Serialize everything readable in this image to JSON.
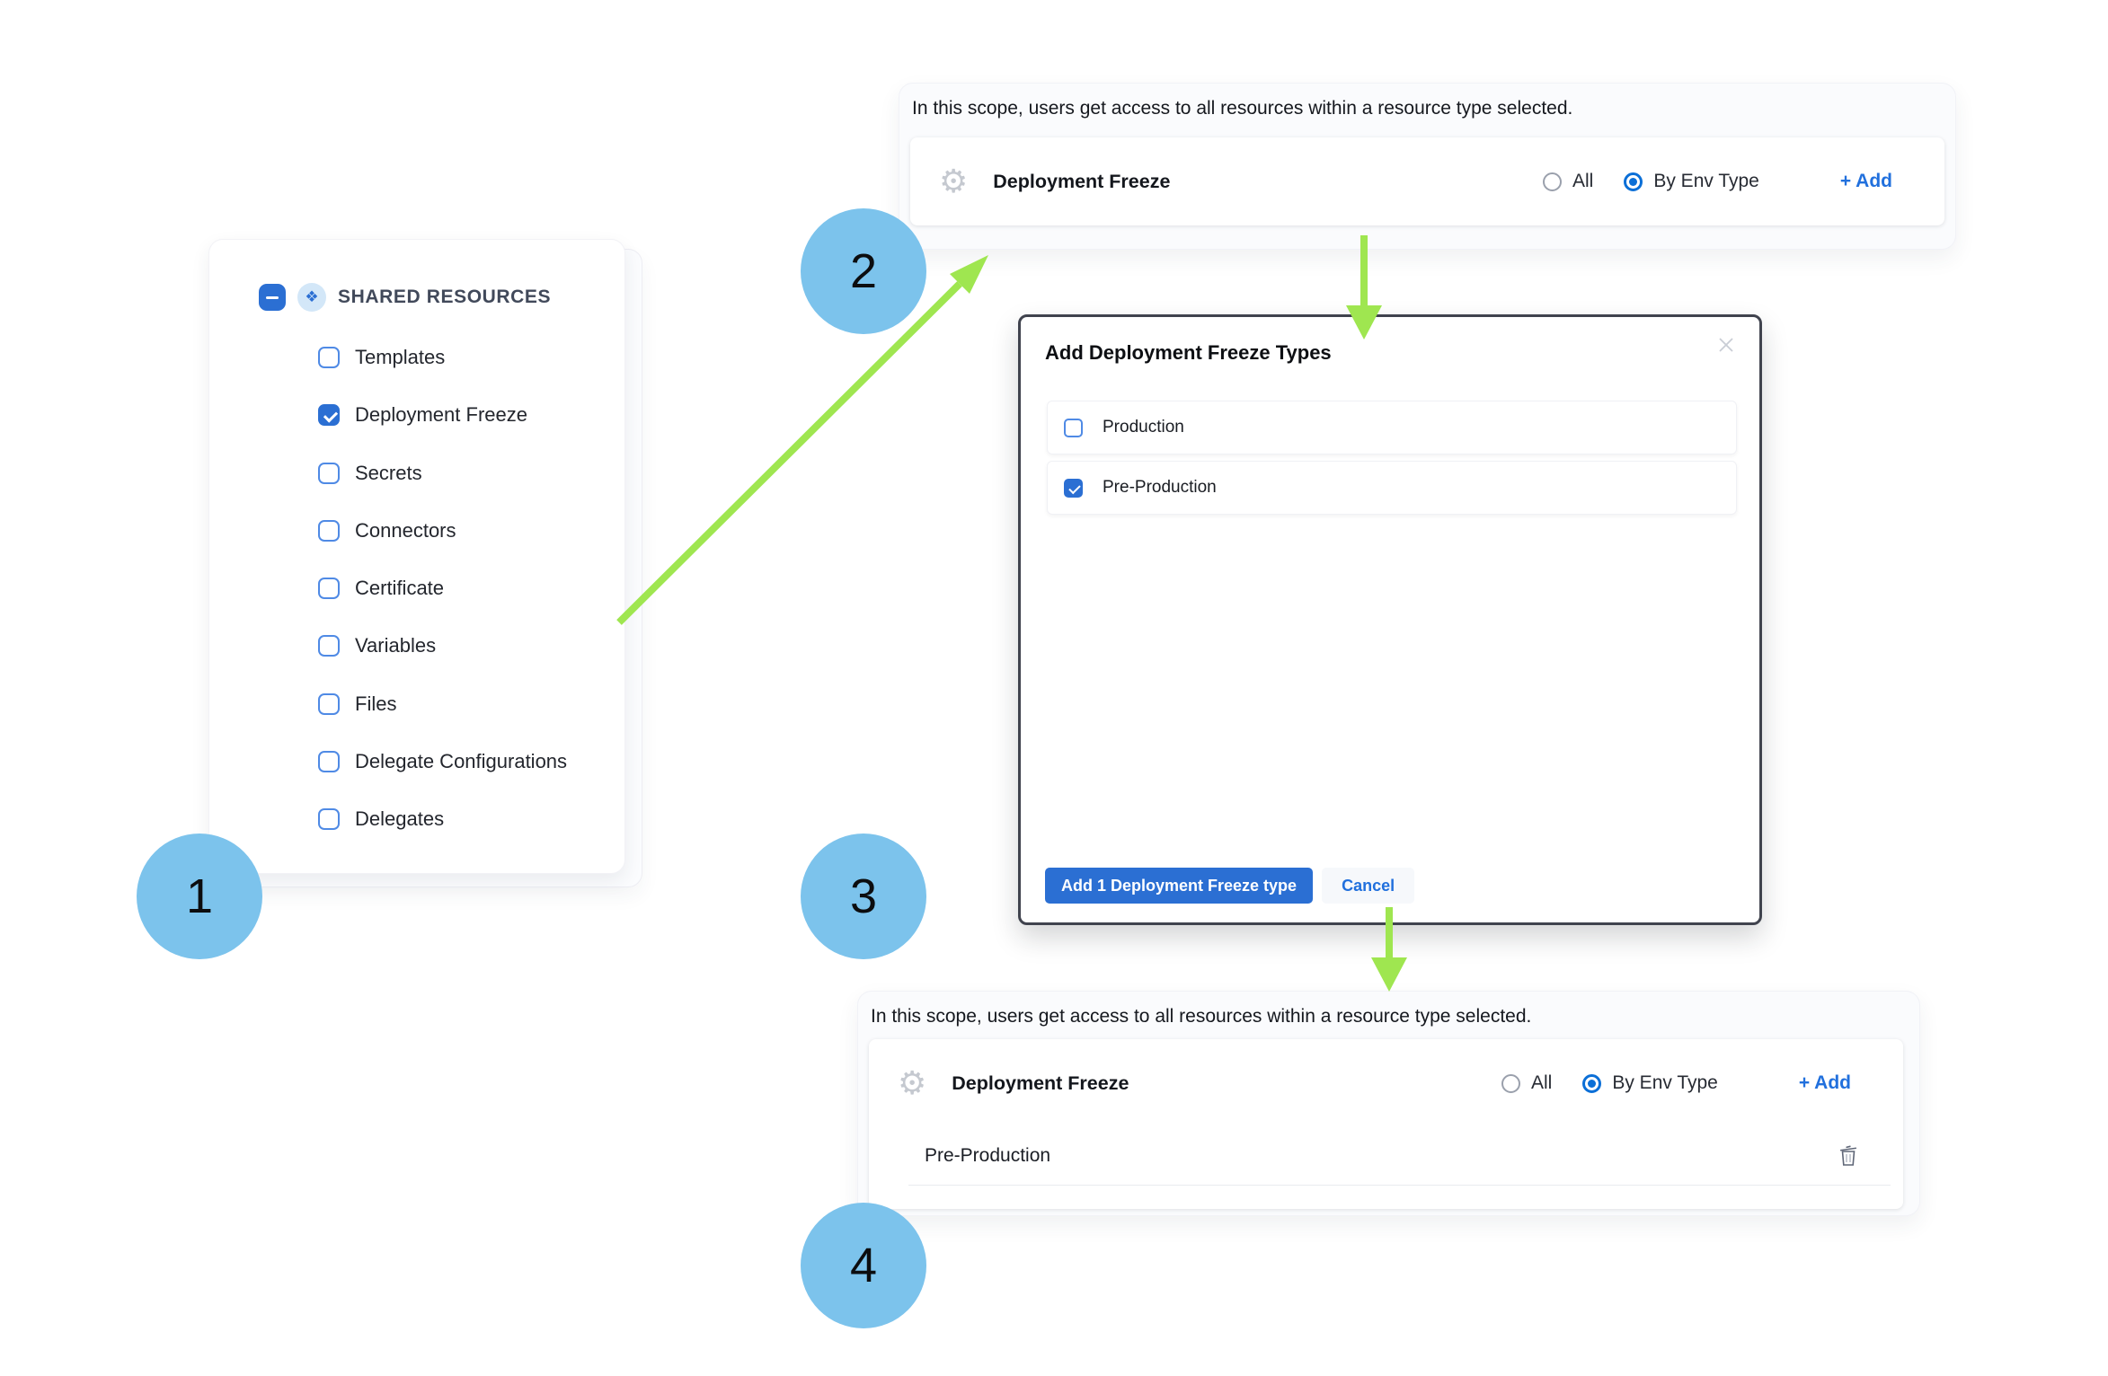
{
  "colors": {
    "accent_blue": "#2b6fd3",
    "link_blue": "#2170dd",
    "radio_blue": "#0b6fd7",
    "arrow_green": "#9fe650",
    "callout_blue": "#7cc3ec",
    "modal_border": "#40434e"
  },
  "icons": {
    "gear_glyph": "⚙",
    "shared_resources_glyph": "❖"
  },
  "callouts": {
    "one": "1",
    "two": "2",
    "three": "3",
    "four": "4"
  },
  "resource_tree": {
    "title": "SHARED RESOURCES",
    "items": [
      {
        "label": "Templates",
        "checked": false
      },
      {
        "label": "Deployment Freeze",
        "checked": true
      },
      {
        "label": "Secrets",
        "checked": false
      },
      {
        "label": "Connectors",
        "checked": false
      },
      {
        "label": "Certificate",
        "checked": false
      },
      {
        "label": "Variables",
        "checked": false
      },
      {
        "label": "Files",
        "checked": false
      },
      {
        "label": "Delegate Configurations",
        "checked": false
      },
      {
        "label": "Delegates",
        "checked": false
      }
    ]
  },
  "scope_panel_top": {
    "note": "In this scope, users get access to all resources within a resource type selected.",
    "resource_name": "Deployment Freeze",
    "options": [
      {
        "label": "All",
        "selected": false
      },
      {
        "label": "By Env Type",
        "selected": true
      }
    ],
    "add_label": "+ Add"
  },
  "modal": {
    "title": "Add Deployment Freeze Types",
    "items": [
      {
        "label": "Production",
        "checked": false
      },
      {
        "label": "Pre-Production",
        "checked": true
      }
    ],
    "primary_button": "Add 1 Deployment Freeze type",
    "cancel_button": "Cancel"
  },
  "scope_panel_bottom": {
    "note": "In this scope, users get access to all resources within a resource type selected.",
    "resource_name": "Deployment Freeze",
    "options": [
      {
        "label": "All",
        "selected": false
      },
      {
        "label": "By Env Type",
        "selected": true
      }
    ],
    "add_label": "+ Add",
    "selected_types": [
      {
        "label": "Pre-Production"
      }
    ]
  }
}
